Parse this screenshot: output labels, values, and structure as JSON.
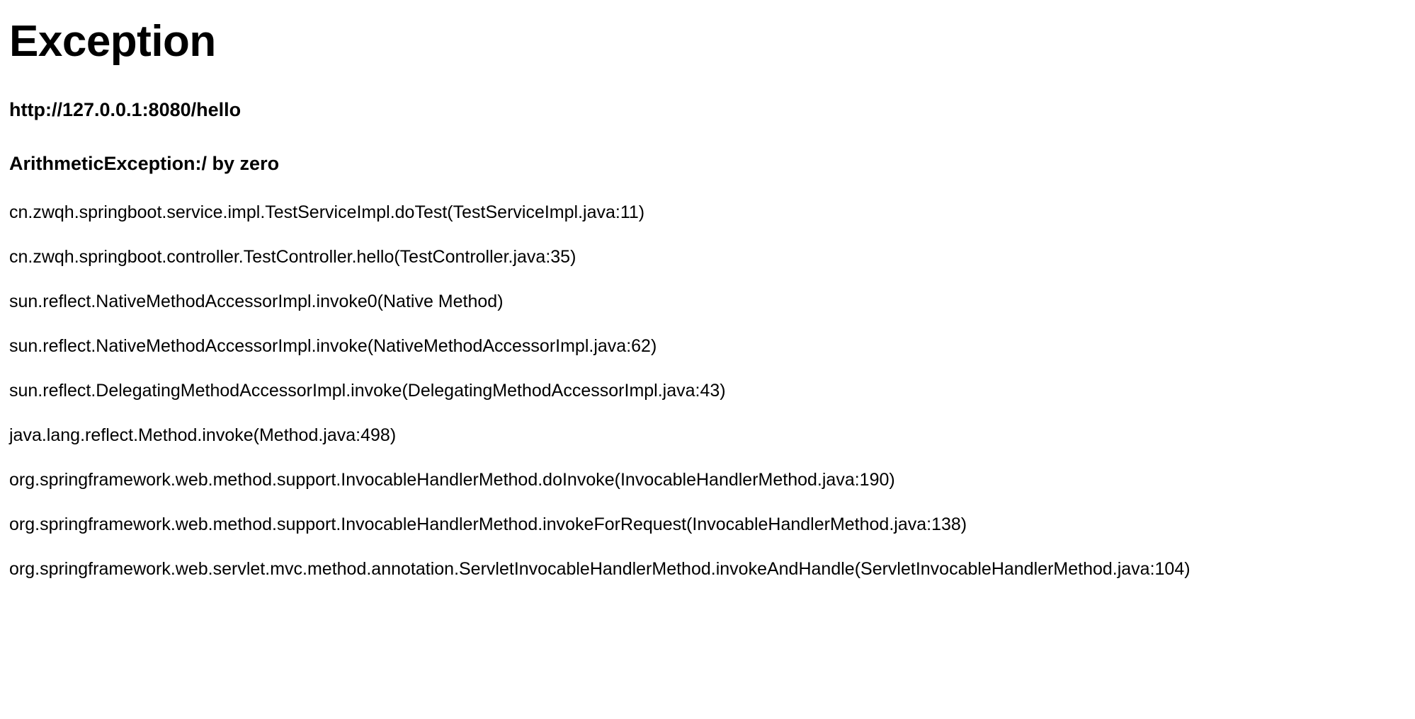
{
  "error_page": {
    "title": "Exception",
    "request_url": "http://127.0.0.1:8080/hello",
    "exception_message": "ArithmeticException:/ by zero",
    "stacktrace": [
      "cn.zwqh.springboot.service.impl.TestServiceImpl.doTest(TestServiceImpl.java:11)",
      "cn.zwqh.springboot.controller.TestController.hello(TestController.java:35)",
      "sun.reflect.NativeMethodAccessorImpl.invoke0(Native Method)",
      "sun.reflect.NativeMethodAccessorImpl.invoke(NativeMethodAccessorImpl.java:62)",
      "sun.reflect.DelegatingMethodAccessorImpl.invoke(DelegatingMethodAccessorImpl.java:43)",
      "java.lang.reflect.Method.invoke(Method.java:498)",
      "org.springframework.web.method.support.InvocableHandlerMethod.doInvoke(InvocableHandlerMethod.java:190)",
      "org.springframework.web.method.support.InvocableHandlerMethod.invokeForRequest(InvocableHandlerMethod.java:138)",
      "org.springframework.web.servlet.mvc.method.annotation.ServletInvocableHandlerMethod.invokeAndHandle(ServletInvocableHandlerMethod.java:104)"
    ]
  },
  "colors": {
    "background": "#ffffff",
    "text": "#000000"
  }
}
